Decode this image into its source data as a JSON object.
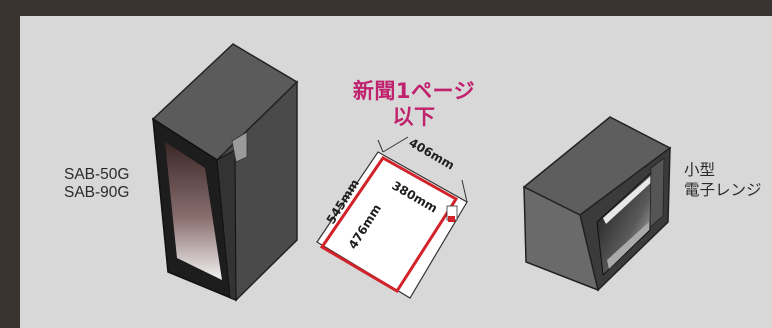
{
  "models": [
    "SAB-50G",
    "SAB-90G"
  ],
  "newspaper_label_line1": "新聞1ページ",
  "newspaper_label_line2": "以下",
  "dimensions": {
    "outer_width": "406mm",
    "outer_height": "545mm",
    "inner_width": "380mm",
    "inner_height": "476mm"
  },
  "microwave_label_line1": "小型",
  "microwave_label_line2": "電子レンジ",
  "colors": {
    "background_frame": "#3a3431",
    "panel": "#d8d8d8",
    "accent_magenta": "#c0226e",
    "inner_outline_red": "#d2232a"
  }
}
